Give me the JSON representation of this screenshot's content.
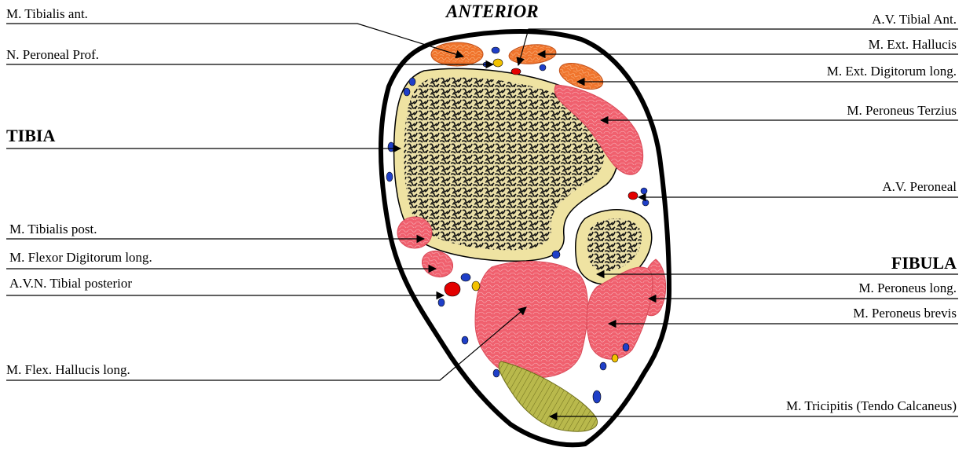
{
  "orientation": {
    "anterior": "ANTERIOR"
  },
  "bones": {
    "tibia": "TIBIA",
    "fibula": "FIBULA"
  },
  "labels_left": {
    "tibialis_ant": "M. Tibialis ant.",
    "peroneal_prof": "N. Peroneal Prof.",
    "tibialis_post": "M. Tibialis post.",
    "flexor_dig_long": "M. Flexor Digitorum long.",
    "avn_tibial_post": "A.V.N. Tibial posterior",
    "flex_hallucis_long": "M. Flex. Hallucis long."
  },
  "labels_right": {
    "av_tibial_ant": "A.V. Tibial Ant.",
    "ext_hallucis": "M. Ext. Hallucis",
    "ext_dig_long": "M. Ext. Digitorum long.",
    "peroneus_terzius": "M. Peroneus Terzius",
    "av_peroneal": "A.V. Peroneal",
    "peroneus_long": "M. Peroneus long.",
    "peroneus_brevis": "M. Peroneus brevis",
    "tricipitis": "M. Tricipitis (Tendo Calcaneus)"
  },
  "colors": {
    "muscle_red": "#f0606e",
    "muscle_orange": "#f0742c",
    "bone": "#efe3a2",
    "marrow": "#1a1a1a",
    "artery": "#e30000",
    "vein": "#1f3fc8",
    "nerve": "#f2c200",
    "tendon": "#b7b74a",
    "outline": "#000000"
  }
}
